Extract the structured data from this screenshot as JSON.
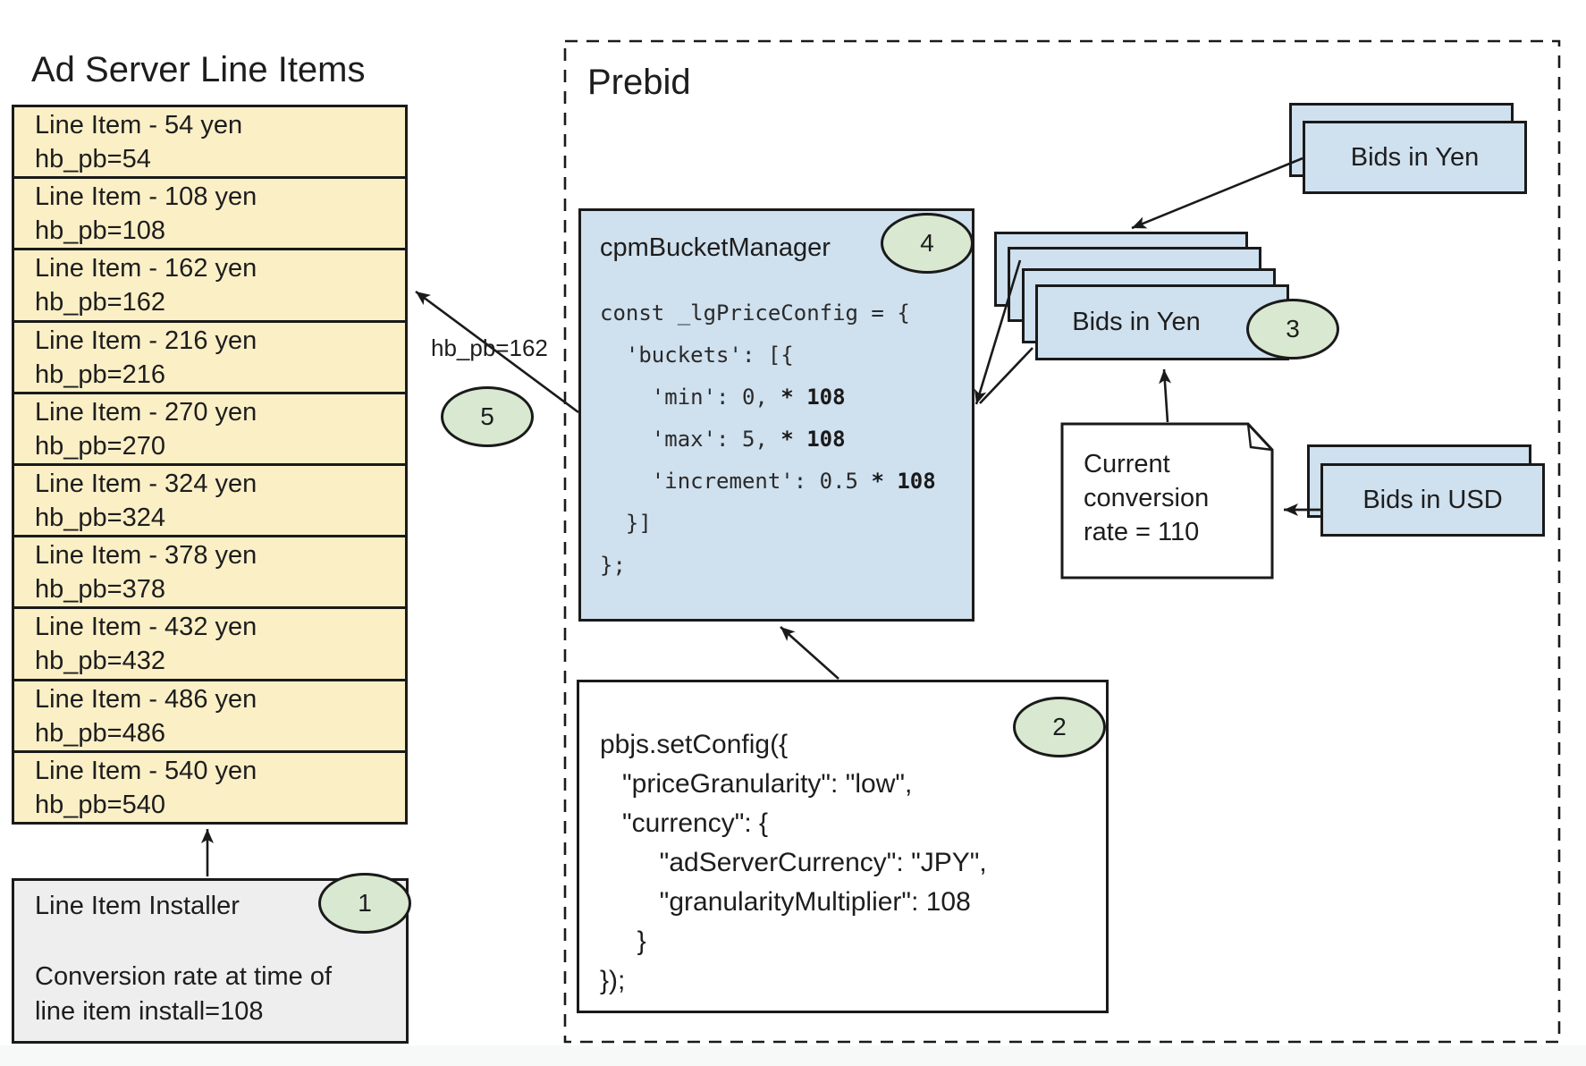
{
  "colors": {
    "yellow": "#fbefc6",
    "blue": "#cfe0ee",
    "green": "#d9e8d0",
    "gray": "#eeeeee",
    "line": "#1a1a1a"
  },
  "ad_server": {
    "title": "Ad Server Line Items",
    "line_items": [
      {
        "label": "Line Item - 54 yen",
        "key": "hb_pb=54"
      },
      {
        "label": "Line Item - 108 yen",
        "key": "hb_pb=108"
      },
      {
        "label": "Line Item - 162 yen",
        "key": "hb_pb=162"
      },
      {
        "label": "Line Item - 216 yen",
        "key": "hb_pb=216"
      },
      {
        "label": "Line Item - 270 yen",
        "key": "hb_pb=270"
      },
      {
        "label": "Line Item - 324 yen",
        "key": "hb_pb=324"
      },
      {
        "label": "Line Item - 378 yen",
        "key": "hb_pb=378"
      },
      {
        "label": "Line Item - 432 yen",
        "key": "hb_pb=432"
      },
      {
        "label": "Line Item - 486 yen",
        "key": "hb_pb=486"
      },
      {
        "label": "Line Item - 540 yen",
        "key": "hb_pb=540"
      }
    ]
  },
  "installer": {
    "title": "Line Item Installer",
    "badge": "1",
    "note_lines": [
      "Conversion rate at time of",
      "line item install=108"
    ]
  },
  "prebid": {
    "title": "Prebid"
  },
  "cpm_box": {
    "title": "cpmBucketManager",
    "badge": "4",
    "code_lines": [
      {
        "segments": [
          {
            "text": "const _lgPriceConfig = {",
            "bold": false
          }
        ]
      },
      {
        "segments": [
          {
            "text": "  'buckets': [{",
            "bold": false
          }
        ]
      },
      {
        "segments": [
          {
            "text": "    'min': 0, ",
            "bold": false
          },
          {
            "text": "* 108",
            "bold": true
          }
        ]
      },
      {
        "segments": [
          {
            "text": "    'max': 5, ",
            "bold": false
          },
          {
            "text": "* 108",
            "bold": true
          }
        ]
      },
      {
        "segments": [
          {
            "text": "    'increment': 0.5 ",
            "bold": false
          },
          {
            "text": "* 108",
            "bold": true
          }
        ]
      },
      {
        "segments": [
          {
            "text": "  }]",
            "bold": false
          }
        ]
      },
      {
        "segments": [
          {
            "text": "};",
            "bold": false
          }
        ]
      }
    ]
  },
  "pbjs_box": {
    "badge": "2",
    "lines": [
      "pbjs.setConfig({",
      "   \"priceGranularity\": \"low\",",
      "   \"currency\": {",
      "        \"adServerCurrency\": \"JPY\",",
      "        \"granularityMultiplier\": 108",
      "     }",
      "});"
    ]
  },
  "cards": {
    "bids_in_yen_top": "Bids in Yen",
    "bids_in_yen_stack": "Bids in Yen",
    "bids_in_yen_stack_badge": "3",
    "bids_in_usd": "Bids in USD"
  },
  "conversion_note": {
    "lines": [
      "Current",
      "conversion",
      "rate = 110"
    ]
  },
  "flow_label": {
    "text": "hb_pb=162",
    "badge": "5"
  }
}
